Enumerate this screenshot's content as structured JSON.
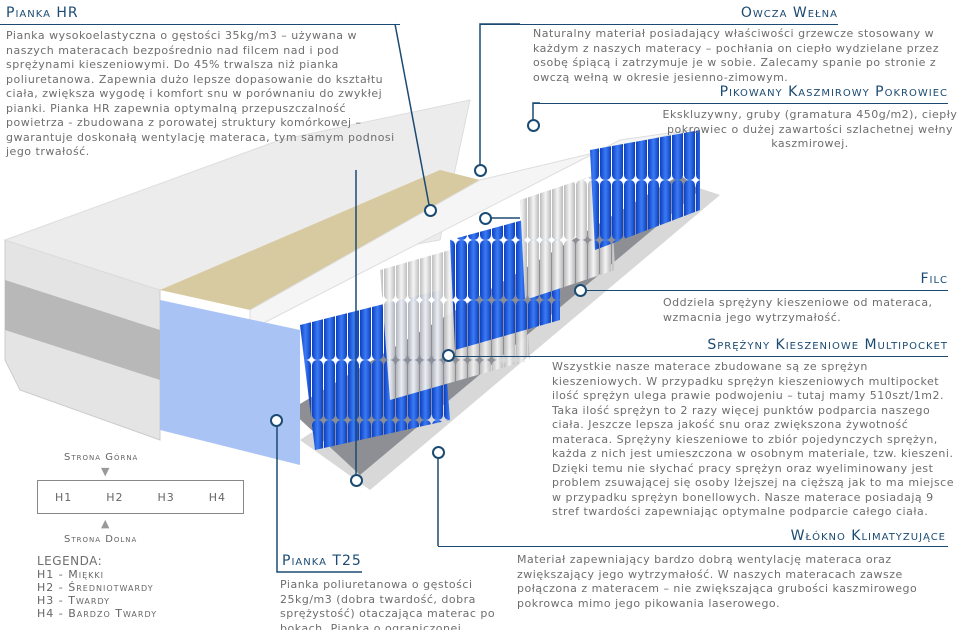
{
  "sections": {
    "pianka_hr": {
      "title": "Pianka HR",
      "text": "Pianka wysokoelastyczna o gęstości 35kg/m3 – używana w naszych materacach bezpośrednio nad filcem nad i pod sprężynami kieszeniowymi. Do 45% trwalsza niż pianka poliuretanowa. Zapewnia dużo lepsze dopasowanie do kształtu ciała, zwiększa wygodę i komfort snu w porównaniu do zwykłej pianki. Pianka HR zapewnia optymalną przepuszczalność powietrza  - zbudowana z porowatej struktury komórkowej – gwarantuje doskonałą wentylację materaca, tym samym podnosi jego trwałość."
    },
    "owcza_welna": {
      "title": "Owcza Wełna",
      "text": "Naturalny materiał posiadający właściwości grzewcze stosowany w każdym z naszych materacy – pochłania on ciepło wydzielane przez osobę śpiącą i zatrzymuje je w sobie. Zalecamy spanie po stronie z owczą wełną w okresie jesienno-zimowym."
    },
    "pokrowiec": {
      "title": "Pikowany Kaszmirowy Pokrowiec",
      "text": "Ekskluzywny, gruby (gramatura 450g/m2), ciepły pokrowiec o dużej zawartości szlachetnej wełny kaszmirowej."
    },
    "filc": {
      "title": "Filc",
      "text": "Oddziela sprężyny kieszeniowe od materaca, wzmacnia jego wytrzymałość."
    },
    "sprezyny": {
      "title": "Sprężyny Kieszeniowe Multipocket",
      "text": "Wszystkie nasze materace zbudowane są ze sprężyn kieszeniowych. W przypadku sprężyn kieszeniowych multipocket ilość sprężyn ulega prawie podwojeniu – tutaj mamy 510szt/1m2. Taka ilość sprężyn to 2 razy więcej punktów podparcia naszego ciała. Jeszcze lepsza jakość snu oraz zwiększona żywotność materaca. Sprężyny kieszeniowe to zbiór pojedynczych sprężyn, każda z nich jest umieszczona w osobnym materiale, tzw. kieszeni. Dzięki temu nie słychać pracy sprężyn oraz wyeliminowany jest problem zsuwającej się osoby lżejszej na cięższą jak to ma miejsce w przypadku sprężyn bonellowych. Nasze materace posiadają 9 stref twardości zapewniając optymalne podparcie całego ciała."
    },
    "wlokno": {
      "title": "Włókno Klimatyzujące",
      "text": "Materiał zapewniający bardzo dobrą wentylację materaca oraz zwiększający jego wytrzymałość. W naszych materacach zawsze połączona z materacem – nie zwiększająca grubości kaszmirowego pokrowca mimo jego pikowania laserowego."
    },
    "pianka_t25": {
      "title": "Pianka T25",
      "text": "Pianka poliuretanowa o gęstości 25kg/m3 (dobra twardość, dobra sprężystość)  otaczająca materac po bokach. Pianka o ograniczonej odporności na wygniatanie."
    }
  },
  "hardness": {
    "top_label": "Strona Górna",
    "bottom_label": "Strona Dolna",
    "levels": [
      "H1",
      "H2",
      "H3",
      "H4"
    ],
    "legend_title": "LEGENDA:",
    "legend": [
      "H1 - Miękki",
      "H2 - Średniotwardy",
      "H3 - Twardy",
      "H4 - Bardzo Twardy"
    ]
  },
  "colors": {
    "accent": "#1b4b72",
    "spring_blue": "#1f5fd6",
    "text": "#6e6e6e"
  }
}
